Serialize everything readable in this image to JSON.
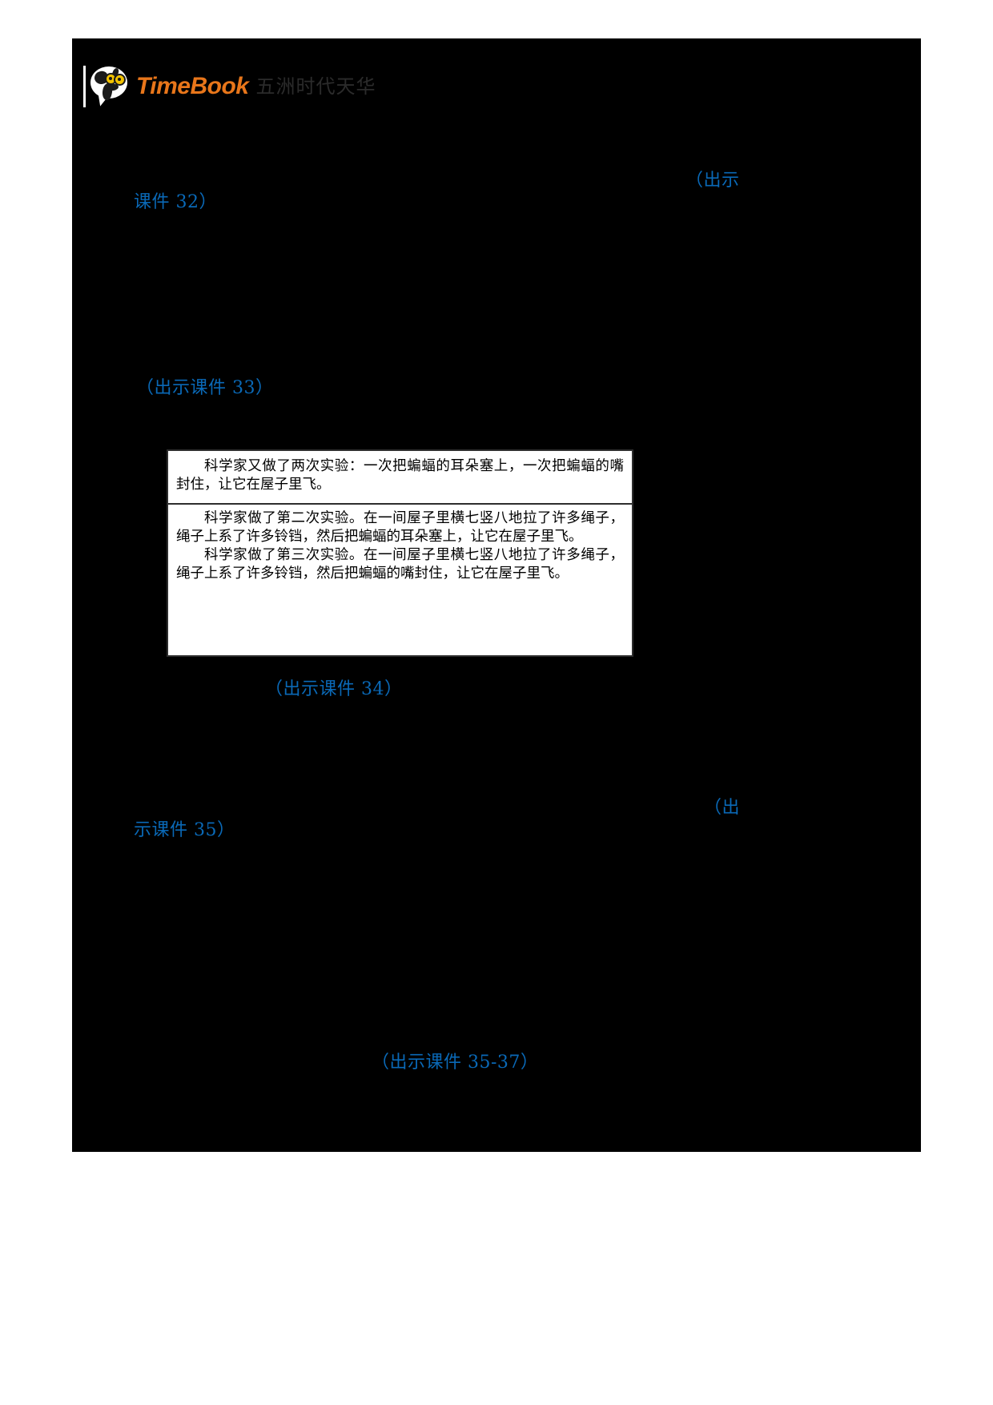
{
  "page": {
    "background_color": "#000000",
    "paper_color": "#ffffff"
  },
  "header": {
    "logo_wordmark": "TimeBook",
    "logo_cn_name": "五洲时代天华",
    "logo_accent_color": "#e8761a",
    "logo_icon": "dog-speech-bubble-icon"
  },
  "cues": {
    "color": "#0a69b7",
    "c32_part1": "（出示",
    "c32_part2": "课件 32）",
    "c33": "（出示课件 33）",
    "c34": "（出示课件 34）",
    "c35_part1": "（出",
    "c35_part2": "示课件 35）",
    "c35_37": "（出示课件 35-37）"
  },
  "excerpt_box": {
    "section1": {
      "paragraph": "科学家又做了两次实验：一次把蝙蝠的耳朵塞上，一次把蝙蝠的嘴封住，让它在屋子里飞。"
    },
    "section2": {
      "paragraph1": "科学家做了第二次实验。在一间屋子里横七竖八地拉了许多绳子，绳子上系了许多铃铛，然后把蝙蝠的耳朵塞上，让它在屋子里飞。",
      "paragraph2": "科学家做了第三次实验。在一间屋子里横七竖八地拉了许多绳子，绳子上系了许多铃铛，然后把蝙蝠的嘴封住，让它在屋子里飞。"
    }
  }
}
